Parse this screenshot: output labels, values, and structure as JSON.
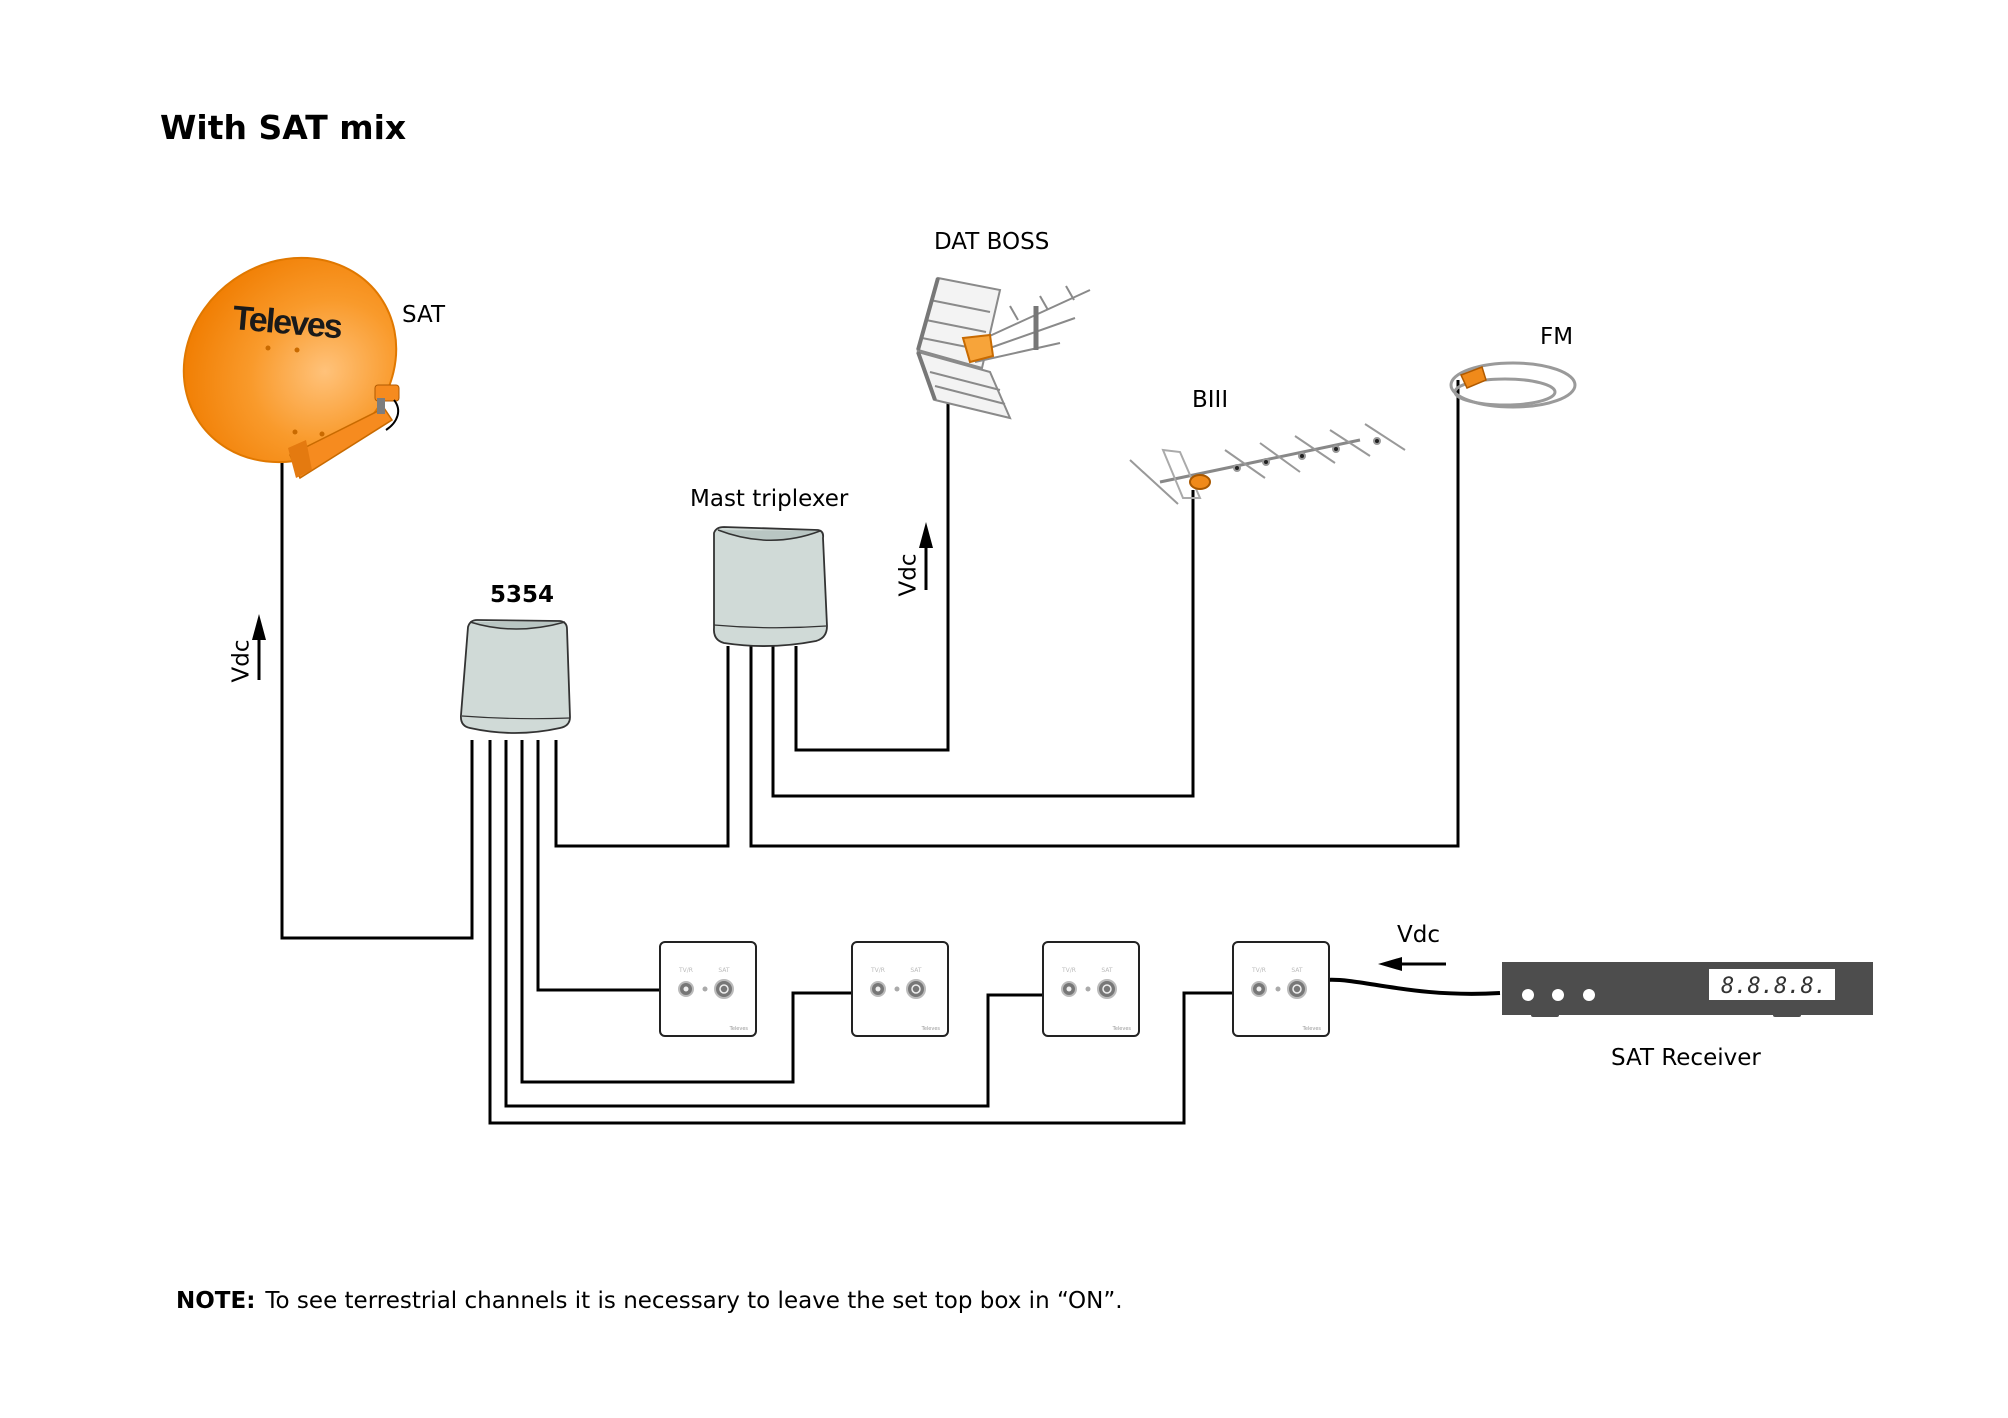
{
  "title": "With SAT mix",
  "components": {
    "sat_dish": {
      "label": "SAT",
      "brand": "Televes",
      "color": "#f7931e"
    },
    "dat_boss": {
      "label": "DAT BOSS"
    },
    "biii": {
      "label": "BIII"
    },
    "fm": {
      "label": "FM"
    },
    "mast_triplexer": {
      "label": "Mast triplexer"
    },
    "multiswitch": {
      "label": "5354"
    },
    "sat_receiver": {
      "label": "SAT Receiver",
      "display": "8.8.8.8."
    },
    "outlets": [
      {
        "tv_label": "TV/R",
        "sat_label": "SAT",
        "brand": "Televes"
      },
      {
        "tv_label": "TV/R",
        "sat_label": "SAT",
        "brand": "Televes"
      },
      {
        "tv_label": "TV/R",
        "sat_label": "SAT",
        "brand": "Televes"
      },
      {
        "tv_label": "TV/R",
        "sat_label": "SAT",
        "brand": "Televes"
      }
    ]
  },
  "annotations": {
    "vdc_sat": "Vdc",
    "vdc_datboss": "Vdc",
    "vdc_receiver": "Vdc"
  },
  "note": {
    "prefix": "NOTE:",
    "text": "To see terrestrial channels it is necessary to leave the set top box in “ON”."
  },
  "colors": {
    "device_body": "#d0dad7",
    "device_top": "#b9c6c3",
    "receiver_body": "#4d4d4d",
    "accent_orange": "#f7931e",
    "wire": "#000000"
  }
}
